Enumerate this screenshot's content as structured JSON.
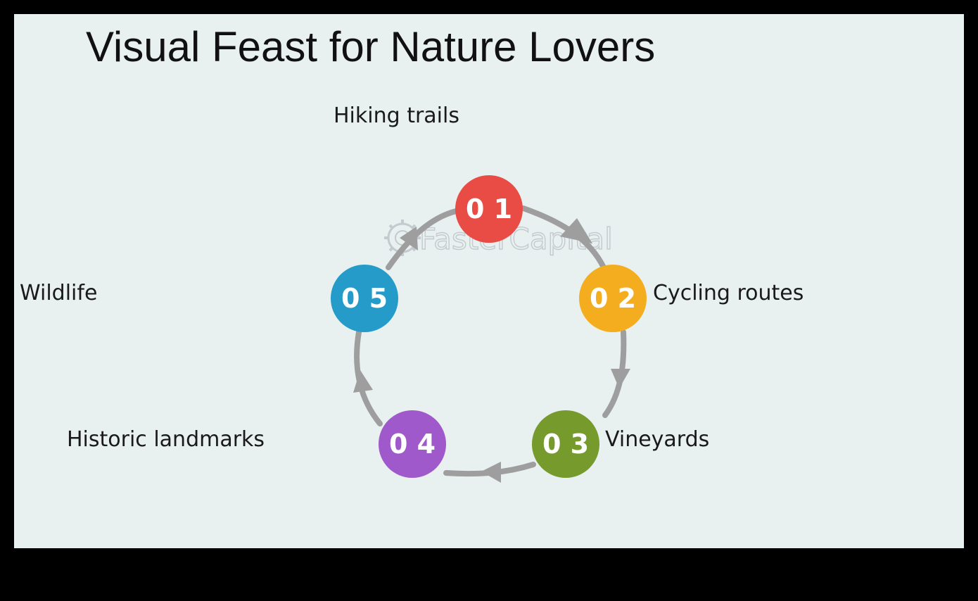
{
  "title": "Visual Feast for Nature Lovers",
  "watermark": "FasterCapital",
  "nodes": [
    {
      "number": "0 1",
      "label": "Hiking trails",
      "color": "#e94b45"
    },
    {
      "number": "0 2",
      "label": "Cycling routes",
      "color": "#f4ad1f"
    },
    {
      "number": "0 3",
      "label": "Vineyards",
      "color": "#779a2c"
    },
    {
      "number": "0 4",
      "label": "Historic landmarks",
      "color": "#9f59cb"
    },
    {
      "number": "0 5",
      "label": "Wildlife",
      "color": "#249bc9"
    }
  ],
  "arrow_color": "#9e9e9e",
  "background_color": "#e8f0f0"
}
